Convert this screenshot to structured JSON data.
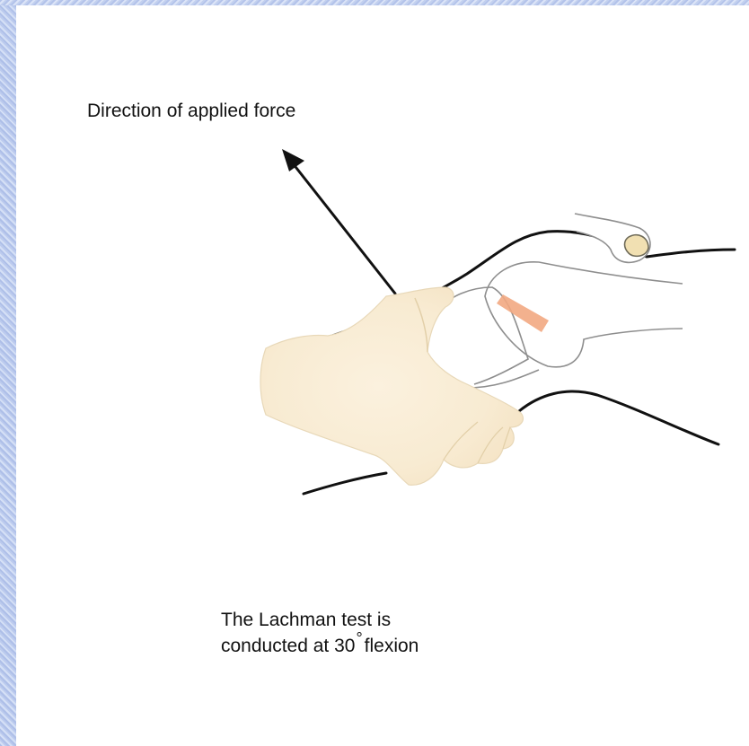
{
  "force_label": "Direction of applied force",
  "caption": {
    "line1": "The Lachman test is",
    "line2_prefix": "conducted at 30",
    "degree_symbol": "°",
    "line2_suffix": "flexion"
  },
  "colors": {
    "background": "#ffffff",
    "hand_fill": "#f8ecd4",
    "outline": "#111111",
    "ligament": "#f2a882"
  }
}
